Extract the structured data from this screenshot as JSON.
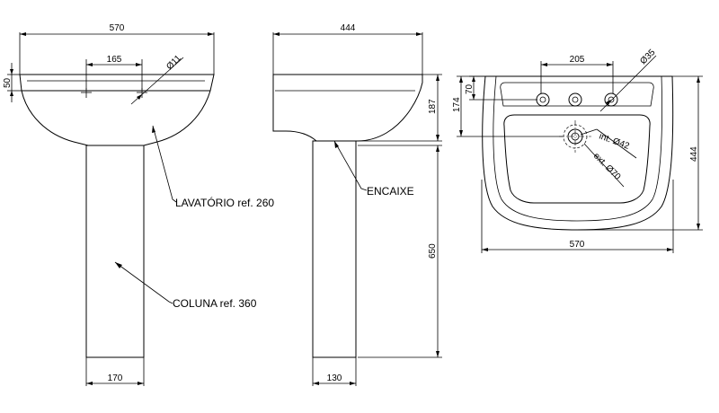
{
  "front_view": {
    "overall_width": "570",
    "tap_spacing": "165",
    "tap_hole_diameter": "Ø11",
    "rim_height": "50",
    "pedestal_width": "170"
  },
  "side_view": {
    "overall_depth": "444",
    "basin_height": "187",
    "pedestal_height": "650",
    "pedestal_depth": "130"
  },
  "top_view": {
    "tap_spacing": "205",
    "tap_hole_diameter": "Ø35",
    "tap_offset": "70",
    "drain_offset": "174",
    "overall_depth": "444",
    "overall_width": "570",
    "drain_inner": "int. Ø42",
    "drain_outer": "ext. Ø70"
  },
  "callouts": {
    "basin": "LAVATÓRIO ref. 260",
    "column": "COLUNA ref. 360",
    "socket": "ENCAIXE"
  }
}
